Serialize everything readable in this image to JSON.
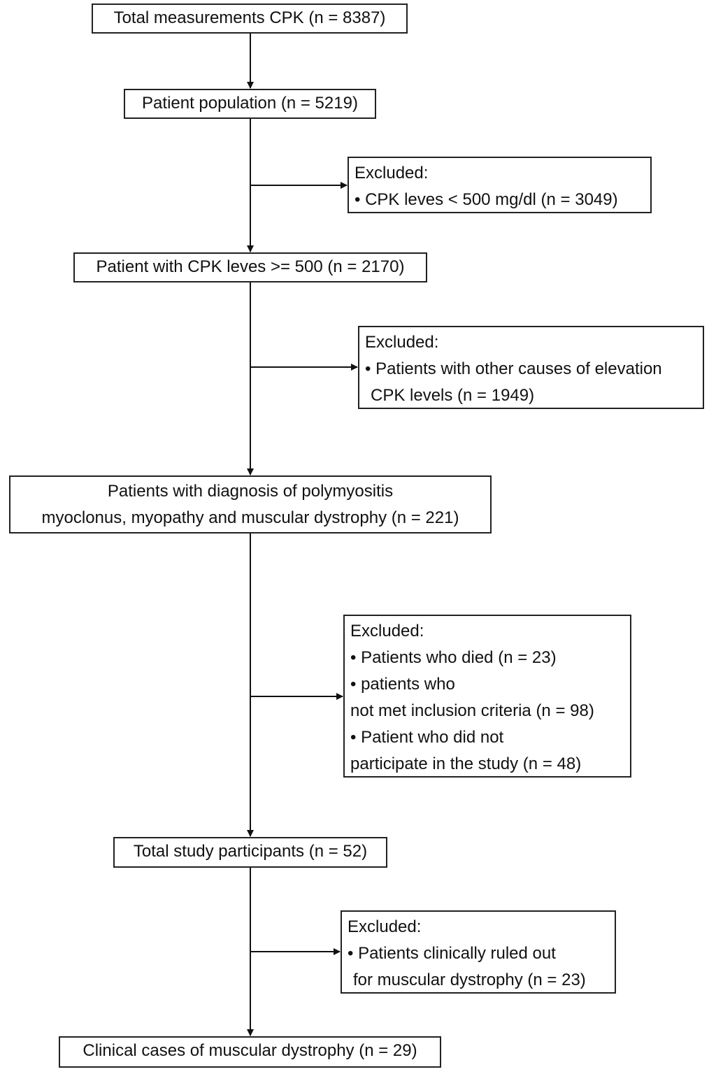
{
  "nodes": {
    "total_measurements": "Total measurements CPK (n = 8387)",
    "patient_population": "Patient population (n = 5219)",
    "cpk_over_500": "Patient with CPK leves >= 500 (n = 2170)",
    "diagnosis": {
      "line1": "Patients with diagnosis of polymyositis",
      "line2": "myoclonus, myopathy and muscular dystrophy (n = 221)"
    },
    "study_participants": "Total study participants (n = 52)",
    "clinical_cases": "Clinical cases of muscular dystrophy (n = 29)"
  },
  "exclusions": {
    "low_cpk": {
      "heading": "Excluded:",
      "line1": "• CPK leves < 500 mg/dl (n = 3049)"
    },
    "other_causes": {
      "heading": "Excluded:",
      "line1": "• Patients with other causes of elevation",
      "line2": "CPK levels (n = 1949)"
    },
    "died_or_ineligible": {
      "heading": "Excluded:",
      "line1": "• Patients who died (n = 23)",
      "line2": "• patients who",
      "line3": "not met inclusion criteria (n = 98)",
      "line4": "• Patient who did not",
      "line5": "participate in the study (n = 48)"
    },
    "ruled_out": {
      "heading": "Excluded:",
      "line1": "• Patients clinically ruled out",
      "line2": "for muscular dystrophy (n = 23)"
    }
  }
}
